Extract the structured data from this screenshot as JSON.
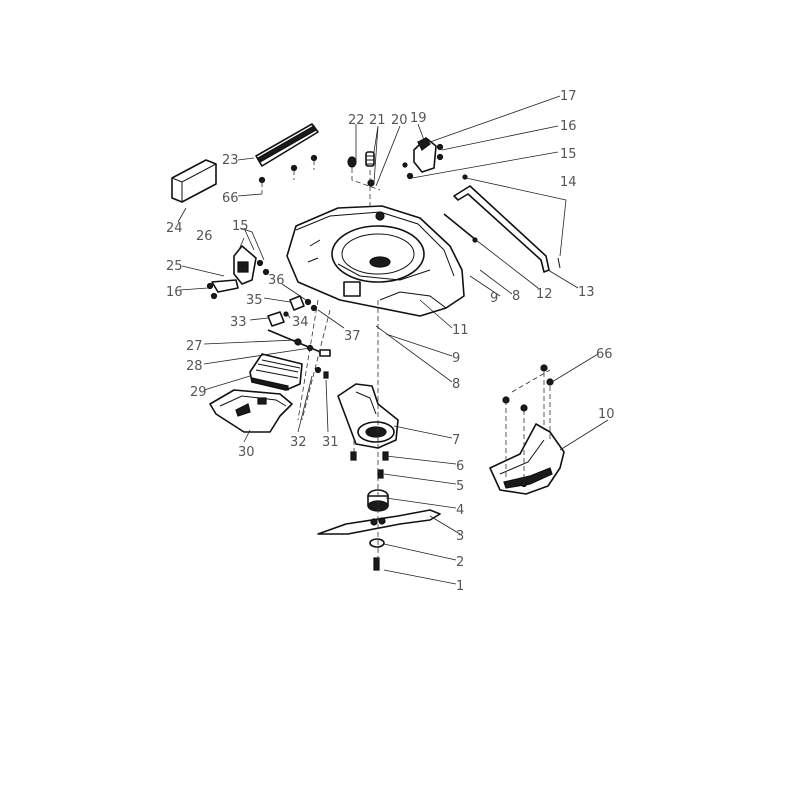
{
  "labels": {
    "l1": "1",
    "l2": "2",
    "l3": "3",
    "l4": "4",
    "l5": "5",
    "l6": "6",
    "l7": "7",
    "l8a": "8",
    "l8b": "8",
    "l9a": "9",
    "l9b": "9",
    "l10": "10",
    "l11": "11",
    "l12": "12",
    "l13": "13",
    "l14": "14",
    "l15a": "15",
    "l15b": "15",
    "l16a": "16",
    "l16b": "16",
    "l17": "17",
    "l19": "19",
    "l20": "20",
    "l21": "21",
    "l22": "22",
    "l23": "23",
    "l24": "24",
    "l25": "25",
    "l26": "26",
    "l27": "27",
    "l28": "28",
    "l29": "29",
    "l30": "30",
    "l31": "31",
    "l32": "32",
    "l33": "33",
    "l34": "34",
    "l35": "35",
    "l36": "36",
    "l37": "37",
    "l66a": "66",
    "l66b": "66"
  }
}
